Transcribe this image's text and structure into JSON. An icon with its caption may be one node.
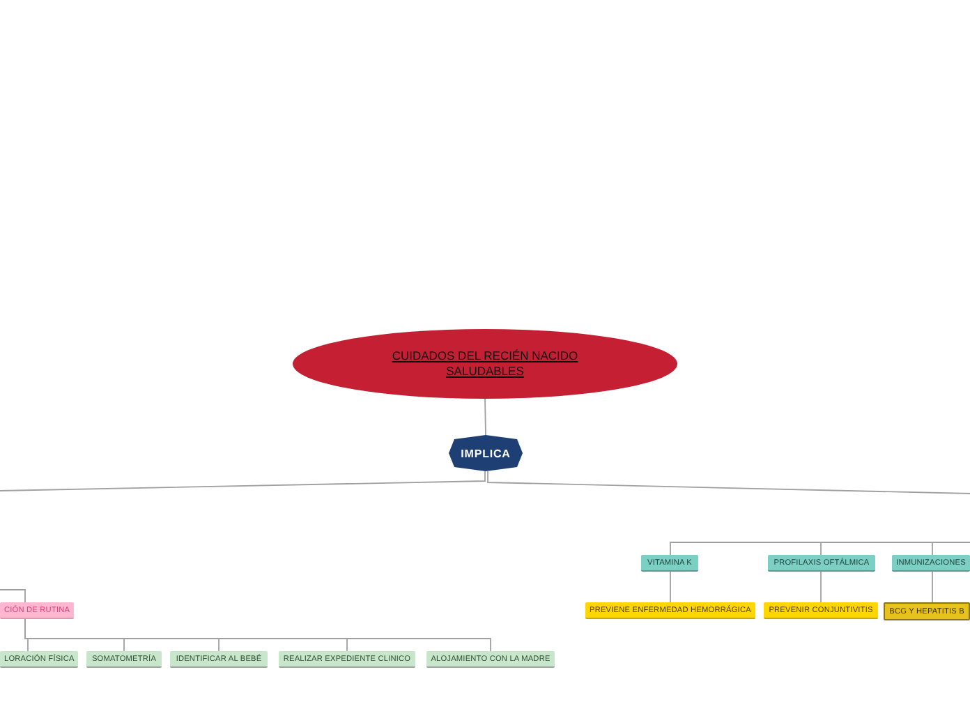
{
  "diagram": {
    "nodes": [
      {
        "text": [
          "CUIDADOS DEL RECIÉN NACIDO SALUDABLES"
        ]
      },
      {
        "text": [
          "IMPLICA"
        ]
      },
      {
        "text": [
          "CIÓN DE RUTINA"
        ]
      },
      {
        "text": [
          "LORACIÓN FÍSICA"
        ]
      },
      {
        "text": [
          "SOMATOMETRÍA"
        ]
      },
      {
        "text": [
          "IDENTIFICAR AL BEBÉ"
        ]
      },
      {
        "text": [
          "REALIZAR EXPEDIENTE CLINICO"
        ]
      },
      {
        "text": [
          "ALOJAMIENTO CON LA MADRE"
        ]
      },
      {
        "text": [
          "VITAMINA K"
        ]
      },
      {
        "text": [
          "PROFILAXIS OFTÁLMICA"
        ]
      },
      {
        "text": [
          "INMUNIZACIONES"
        ]
      },
      {
        "text": [
          "PREVIENE ENFERMEDAD HEMORRÁGICA"
        ]
      },
      {
        "text": [
          "PREVENIR CONJUNTIVITIS"
        ]
      },
      {
        "text": [
          "BCG Y HEPATITIS B"
        ]
      }
    ],
    "edges": [
      {
        "from": 0,
        "to": 1,
        "arrow": "none"
      },
      {
        "from": 1,
        "to": null,
        "arrow": "none"
      },
      {
        "from": 1,
        "to": null,
        "arrow": "none"
      },
      {
        "from": null,
        "to": 2,
        "arrow": "none"
      },
      {
        "from": 2,
        "to": 3,
        "arrow": "none"
      },
      {
        "from": 2,
        "to": 4,
        "arrow": "none"
      },
      {
        "from": 2,
        "to": 5,
        "arrow": "none"
      },
      {
        "from": 2,
        "to": 6,
        "arrow": "none"
      },
      {
        "from": 2,
        "to": 7,
        "arrow": "none"
      },
      {
        "from": null,
        "to": 8,
        "arrow": "none"
      },
      {
        "from": null,
        "to": 9,
        "arrow": "none"
      },
      {
        "from": null,
        "to": 10,
        "arrow": "none"
      },
      {
        "from": 8,
        "to": 11,
        "arrow": "none"
      },
      {
        "from": 9,
        "to": 12,
        "arrow": "none"
      },
      {
        "from": 10,
        "to": 13,
        "arrow": "none"
      }
    ]
  }
}
